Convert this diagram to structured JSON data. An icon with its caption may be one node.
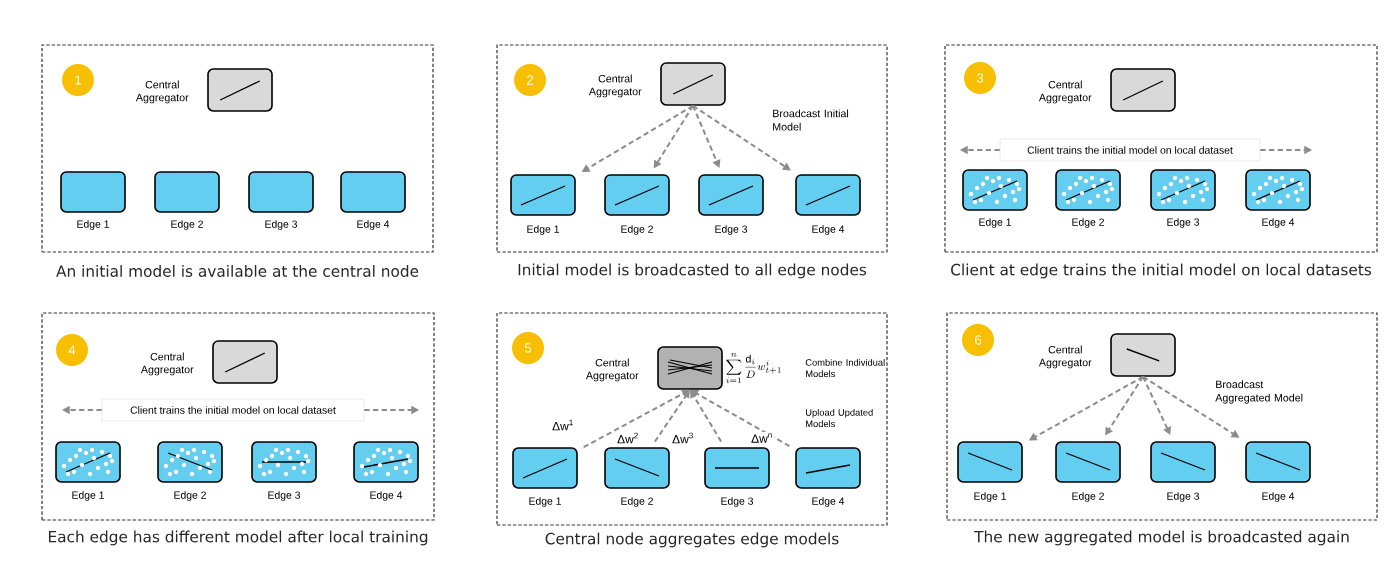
{
  "diagram": {
    "nodes": [
      {
        "text": [],
        "shape": "box",
        "beside": [
          "An initial model is available at the central node"
        ]
      },
      {
        "text": [
          "1"
        ],
        "in": 0
      },
      {
        "text": [],
        "shape": "box",
        "in": 0,
        "beside": [
          "Central Aggregator"
        ]
      },
      {
        "text": [],
        "shape": "box",
        "in": 0,
        "beside": [
          "Edge 1"
        ]
      },
      {
        "text": [],
        "shape": "box",
        "in": 0,
        "beside": [
          "Edge 2"
        ]
      },
      {
        "text": [],
        "shape": "box",
        "in": 0,
        "beside": [
          "Edge 3"
        ]
      },
      {
        "text": [],
        "shape": "box",
        "in": 0,
        "beside": [
          "Edge 4"
        ]
      },
      {
        "text": [],
        "shape": "box",
        "beside": [
          "Initial model is broadcasted to all edge nodes"
        ]
      },
      {
        "text": [
          "2"
        ],
        "in": 7
      },
      {
        "text": [],
        "shape": "box",
        "in": 7,
        "beside": [
          "Central Aggregator"
        ]
      },
      {
        "text": [],
        "shape": "box",
        "in": 7,
        "beside": [
          "Edge 1"
        ]
      },
      {
        "text": [],
        "shape": "box",
        "in": 7,
        "beside": [
          "Edge 2"
        ]
      },
      {
        "text": [],
        "shape": "box",
        "in": 7,
        "beside": [
          "Edge 3"
        ]
      },
      {
        "text": [],
        "shape": "box",
        "in": 7,
        "beside": [
          "Edge 4"
        ]
      },
      {
        "text": [],
        "shape": "box",
        "beside": [
          "Client at edge trains the initial model on local datasets"
        ]
      },
      {
        "text": [
          "3"
        ],
        "in": 14
      },
      {
        "text": [],
        "shape": "box",
        "in": 14,
        "beside": [
          "Central Aggregator"
        ]
      },
      {
        "text": [
          "Client trains the initial model on local dataset"
        ],
        "in": 14
      },
      {
        "text": [],
        "shape": "box",
        "in": 14,
        "beside": [
          "Edge 1"
        ]
      },
      {
        "text": [],
        "shape": "box",
        "in": 14,
        "beside": [
          "Edge 2"
        ]
      },
      {
        "text": [],
        "shape": "box",
        "in": 14,
        "beside": [
          "Edge 3"
        ]
      },
      {
        "text": [],
        "shape": "box",
        "in": 14,
        "beside": [
          "Edge 4"
        ]
      },
      {
        "text": [],
        "shape": "box",
        "beside": [
          "Each edge has different model after local training"
        ]
      },
      {
        "text": [
          "4"
        ],
        "in": 22
      },
      {
        "text": [],
        "shape": "box",
        "in": 22,
        "beside": [
          "Central Aggregator"
        ]
      },
      {
        "text": [
          "Client trains the initial model on local dataset"
        ],
        "in": 22
      },
      {
        "text": [],
        "shape": "box",
        "in": 22,
        "beside": [
          "Edge 1"
        ]
      },
      {
        "text": [],
        "shape": "box",
        "in": 22,
        "beside": [
          "Edge 2"
        ]
      },
      {
        "text": [],
        "shape": "box",
        "in": 22,
        "beside": [
          "Edge 3"
        ]
      },
      {
        "text": [],
        "shape": "box",
        "in": 22,
        "beside": [
          "Edge 4"
        ]
      },
      {
        "text": [],
        "shape": "box",
        "beside": [
          "Central node aggregates edge models"
        ]
      },
      {
        "text": [
          "5"
        ],
        "in": 30
      },
      {
        "text": [],
        "shape": "box",
        "in": 30,
        "beside": [
          "Central Aggregator"
        ]
      },
      {
        "text": [],
        "shape": "box",
        "in": 30,
        "beside": [
          "Edge 1"
        ]
      },
      {
        "text": [],
        "shape": "box",
        "in": 30,
        "beside": [
          "Edge 2"
        ]
      },
      {
        "text": [],
        "shape": "box",
        "in": 30,
        "beside": [
          "Edge 3"
        ]
      },
      {
        "text": [],
        "shape": "box",
        "in": 30,
        "beside": [
          "Edge 4"
        ]
      },
      {
        "text": [],
        "shape": "box",
        "beside": [
          "The new aggregated model is broadcasted again"
        ]
      },
      {
        "text": [
          "6"
        ],
        "in": 37
      },
      {
        "text": [],
        "shape": "box",
        "in": 37,
        "beside": [
          "Central Aggregator"
        ]
      },
      {
        "text": [],
        "shape": "box",
        "in": 37,
        "beside": [
          "Edge 1"
        ]
      },
      {
        "text": [],
        "shape": "box",
        "in": 37,
        "beside": [
          "Edge 2"
        ]
      },
      {
        "text": [],
        "shape": "box",
        "in": 37,
        "beside": [
          "Edge 3"
        ]
      },
      {
        "text": [],
        "shape": "box",
        "in": 37,
        "beside": [
          "Edge 4"
        ]
      }
    ],
    "edges": [
      {
        "from": 9,
        "to": 10,
        "arrow": "to",
        "style": "dashed"
      },
      {
        "from": 9,
        "to": 11,
        "arrow": "to",
        "style": "dashed"
      },
      {
        "from": 9,
        "to": 12,
        "arrow": "to",
        "style": "dashed"
      },
      {
        "from": 9,
        "to": 13,
        "arrow": "to",
        "style": "dashed"
      },
      {
        "from": 17,
        "to": null,
        "arrow": "to",
        "style": "dashed"
      },
      {
        "from": 17,
        "to": null,
        "arrow": "to",
        "style": "dashed"
      },
      {
        "from": 25,
        "to": null,
        "arrow": "to",
        "style": "dashed"
      },
      {
        "from": 25,
        "to": null,
        "arrow": "to",
        "style": "dashed"
      },
      {
        "from": 33,
        "to": 32,
        "arrow": "to",
        "style": "dashed",
        "label": "Δw$^{1}$"
      },
      {
        "from": 34,
        "to": 32,
        "arrow": "to",
        "style": "dashed",
        "label": "Δw$^{2}$"
      },
      {
        "from": 35,
        "to": 32,
        "arrow": "to",
        "style": "dashed",
        "label": "Δw$^{3}$"
      },
      {
        "from": 36,
        "to": 32,
        "arrow": "to",
        "style": "dashed",
        "label": "Δw$^{n}$"
      },
      {
        "from": 39,
        "to": 40,
        "arrow": "to",
        "style": "dashed"
      },
      {
        "from": 39,
        "to": 41,
        "arrow": "to",
        "style": "dashed"
      },
      {
        "from": 39,
        "to": 42,
        "arrow": "to",
        "style": "dashed"
      },
      {
        "from": 39,
        "to": 43,
        "arrow": "to",
        "style": "dashed"
      }
    ],
    "labels": [
      "Broadcast Initial Model",
      "\\sum_{i=1}^{n}\\frac{\\mathrm{d}_i}{D}w_{t+1}^{i}",
      "Combine Individual Models",
      "Upload Updated Models",
      "Broadcast Aggregated Model"
    ]
  }
}
